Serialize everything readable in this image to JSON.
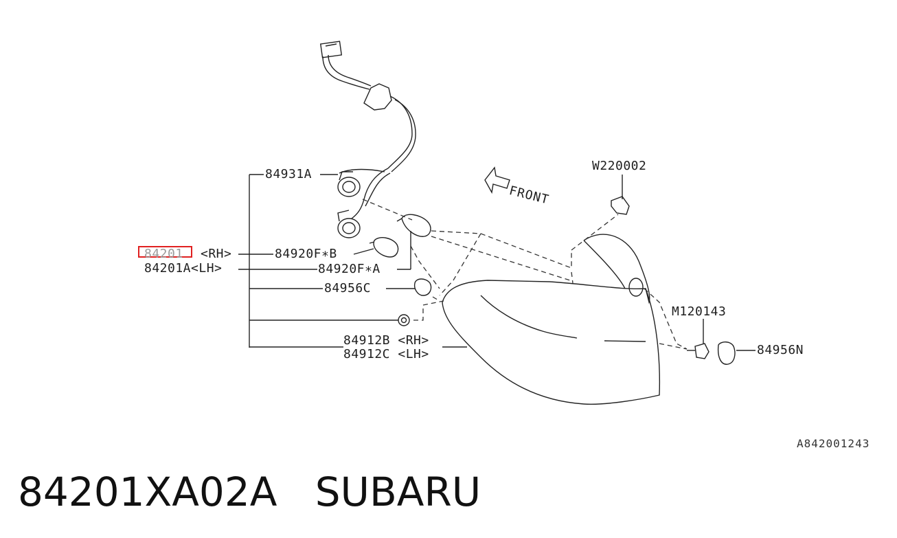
{
  "labels": {
    "wiring_harness": "84931A",
    "assembly_rh_part": "84201",
    "assembly_rh_side": "<RH>",
    "assembly_lh": "84201A<LH>",
    "bulb_b": "84920F∗B",
    "bulb_a": "84920F∗A",
    "socket": "84956C",
    "lens_rh": "84912B <RH>",
    "lens_lh": "84912C <LH>",
    "clip": "W220002",
    "screw": "M120143",
    "grommet": "84956N",
    "front_arrow": "FRONT"
  },
  "catalog_number": "A842001243",
  "caption": "84201XA02A   SUBARU",
  "highlight_color": "#e02020"
}
